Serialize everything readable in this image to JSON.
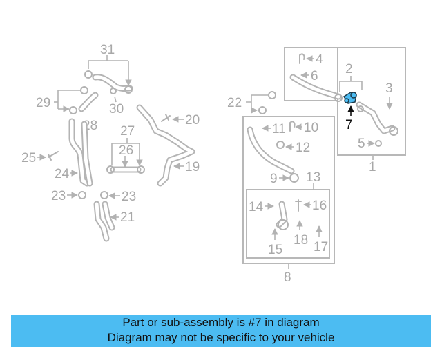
{
  "diagram": {
    "highlight_color": "#4cbcf2",
    "callouts": {
      "c1": "1",
      "c2": "2",
      "c3": "3",
      "c4": "4",
      "c5": "5",
      "c6": "6",
      "c7": "7",
      "c8": "8",
      "c9": "9",
      "c10": "10",
      "c11": "11",
      "c12": "12",
      "c13": "13",
      "c14": "14",
      "c15": "15",
      "c16": "16",
      "c17": "17",
      "c18": "18",
      "c19": "19",
      "c20": "20",
      "c21": "21",
      "c22": "22",
      "c23a": "23",
      "c23b": "23",
      "c24": "24",
      "c25": "25",
      "c26": "26",
      "c27": "27",
      "c28": "28",
      "c29": "29",
      "c30": "30",
      "c31": "31"
    }
  },
  "banner": {
    "line1": "Part or sub-assembly is #7 in diagram",
    "line2": "Diagram may not be specific to your vehicle",
    "background": "#4cbcf2"
  }
}
